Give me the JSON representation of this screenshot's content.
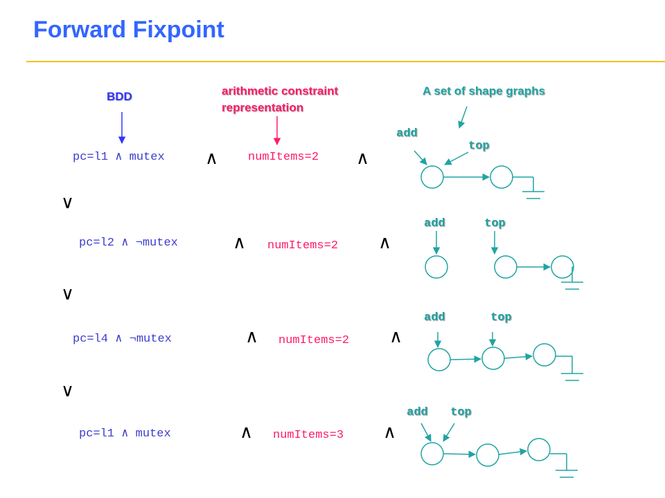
{
  "title": "Forward Fixpoint",
  "labels": {
    "bdd": "BDD",
    "arith_line1": "arithmetic constraint",
    "arith_line2": "representation",
    "shapes": "A set of shape graphs"
  },
  "operators": {
    "and": "∧",
    "or": "∨"
  },
  "rows": [
    {
      "pc": "pc=l1 ∧ mutex",
      "num": "numItems=2",
      "add": "add",
      "top": "top"
    },
    {
      "pc": "pc=l2 ∧ ¬mutex",
      "num": "numItems=2",
      "add": "add",
      "top": "top"
    },
    {
      "pc": "pc=l4 ∧ ¬mutex",
      "num": "numItems=2",
      "add": "add",
      "top": "top"
    },
    {
      "pc": "pc=l1 ∧ mutex",
      "num": "numItems=3",
      "add": "add",
      "top": "top"
    }
  ],
  "colors": {
    "title": "#3366ff",
    "rule": "#f0c020",
    "bdd": "#3333ff",
    "arith": "#ff1a66",
    "shape": "#21a3a3",
    "graph": "#21a3a3"
  }
}
